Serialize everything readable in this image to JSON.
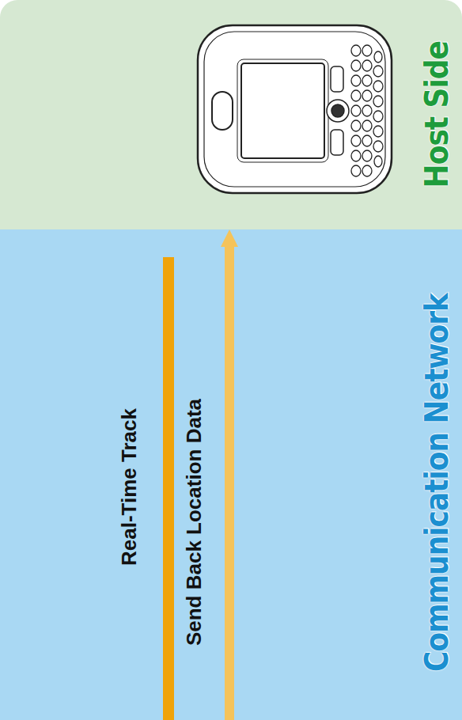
{
  "diagram": {
    "nodes": [
      {
        "text": [
          "Host Side"
        ]
      },
      {
        "text": [
          "Communication Network"
        ]
      }
    ],
    "edges": [
      {
        "from": 1,
        "to": 0,
        "arrow": "to",
        "label": "Send Back Location Data"
      }
    ],
    "labels": [
      "Real-Time Track"
    ]
  }
}
